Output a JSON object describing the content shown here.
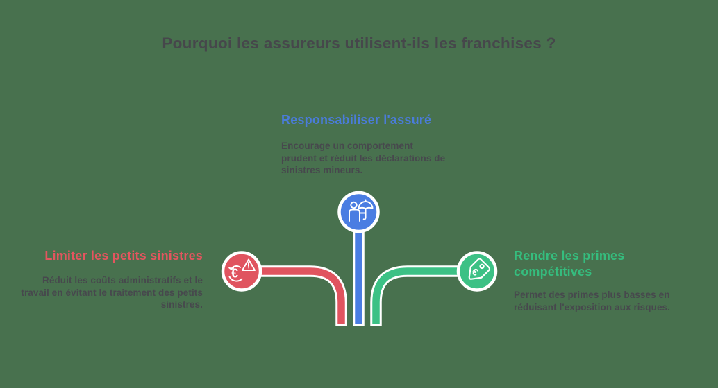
{
  "title": "Pourquoi les assureurs utilisent-ils les franchises ?",
  "colors": {
    "background": "#48714e",
    "title_text": "#46474b",
    "body_text": "#47484d",
    "blue": "#4a7de2",
    "red": "#e0545f",
    "green": "#3cc185",
    "outline": "#ffffff"
  },
  "branches": {
    "top": {
      "heading": "Responsabiliser l'assuré",
      "body": "Encourage un comportement prudent et réduit les déclarations de sinistres mineurs.",
      "color": "#4a7de2",
      "icon": "person-umbrella-icon"
    },
    "left": {
      "heading": "Limiter les petits sinistres",
      "body": "Réduit les coûts administratifs et le travail en évitant le traitement des petits sinistres.",
      "color": "#e0545f",
      "icon": "euro-warning-icon"
    },
    "right": {
      "heading": "Rendre les primes compétitives",
      "body": "Permet des primes plus basses en réduisant l'exposition aux risques.",
      "color": "#3cc185",
      "icon": "price-tag-euro-icon"
    }
  }
}
